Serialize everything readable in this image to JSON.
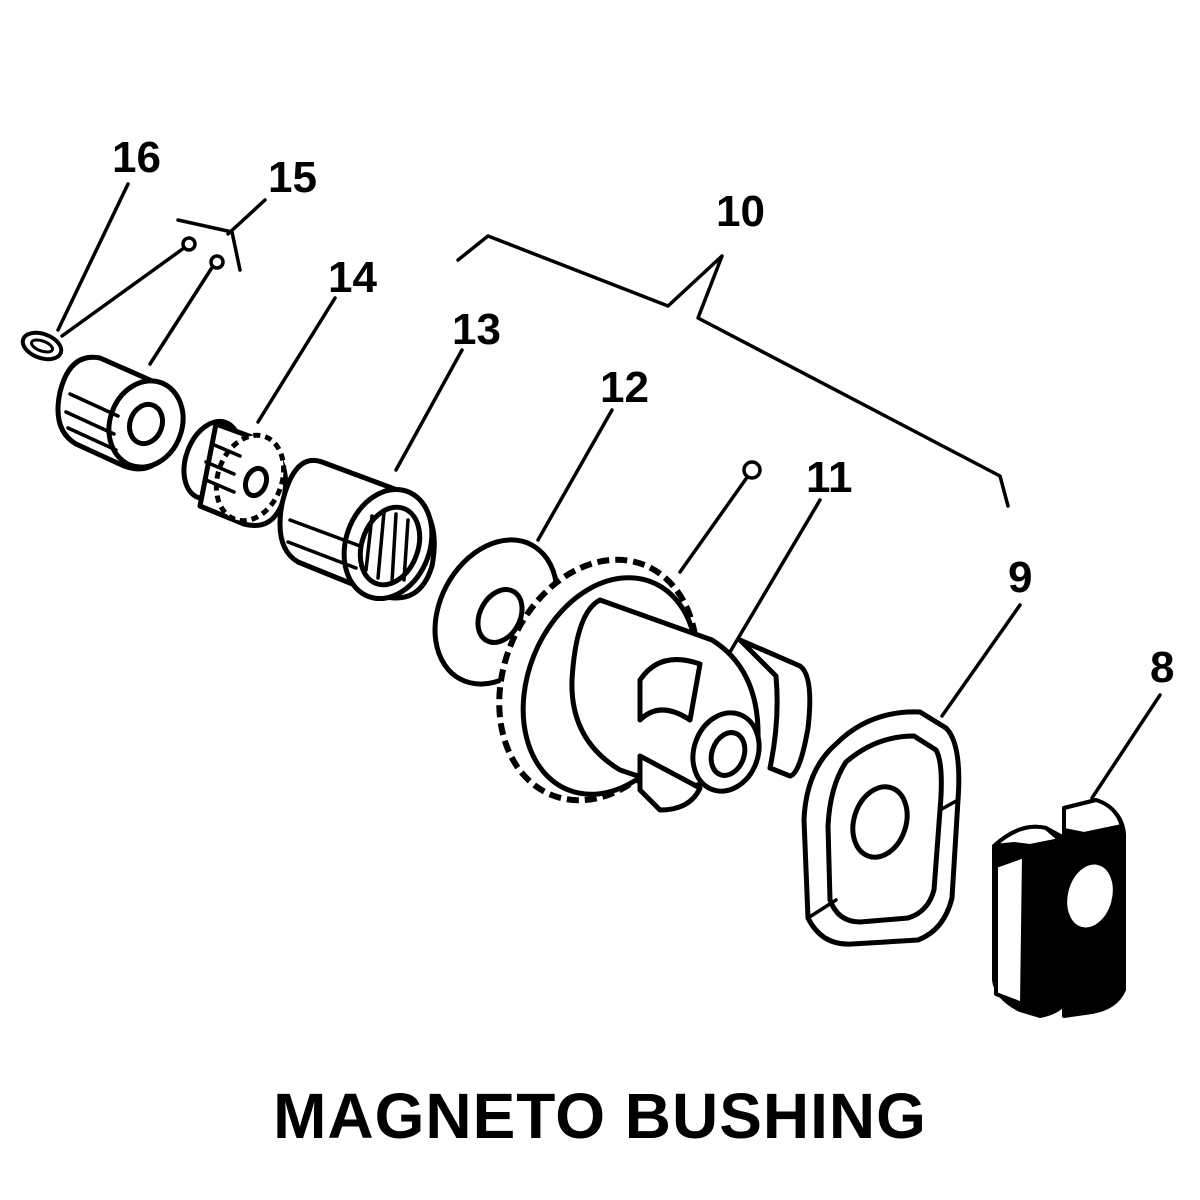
{
  "title": "MAGNETO BUSHING",
  "callouts": {
    "c8": "8",
    "c9": "9",
    "c10": "10",
    "c11": "11",
    "c12": "12",
    "c13": "13",
    "c14": "14",
    "c15": "15",
    "c16": "16"
  }
}
